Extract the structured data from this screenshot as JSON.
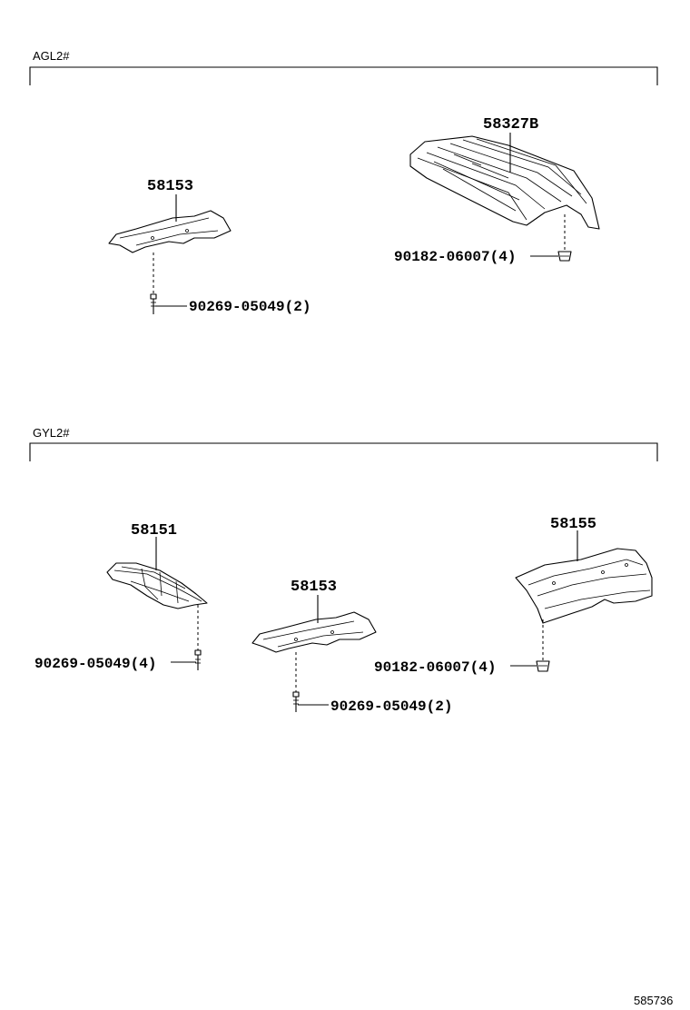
{
  "sections": [
    {
      "code": "AGL2#",
      "parts": [
        {
          "part_no": "58327B",
          "type": "floor-heat-insulator"
        },
        {
          "part_no": "58153",
          "type": "heat-insulator"
        }
      ],
      "fasteners": [
        {
          "label": "90182-06007(4)",
          "type": "nut"
        },
        {
          "label": "90269-05049(2)",
          "type": "bolt"
        }
      ]
    },
    {
      "code": "GYL2#",
      "parts": [
        {
          "part_no": "58151",
          "type": "heat-insulator"
        },
        {
          "part_no": "58153",
          "type": "heat-insulator"
        },
        {
          "part_no": "58155",
          "type": "heat-insulator"
        }
      ],
      "fasteners": [
        {
          "label": "90269-05049(4)",
          "type": "bolt"
        },
        {
          "label": "90269-05049(2)",
          "type": "bolt"
        },
        {
          "label": "90182-06007(4)",
          "type": "nut"
        }
      ]
    }
  ],
  "diagram_ref": "585736"
}
